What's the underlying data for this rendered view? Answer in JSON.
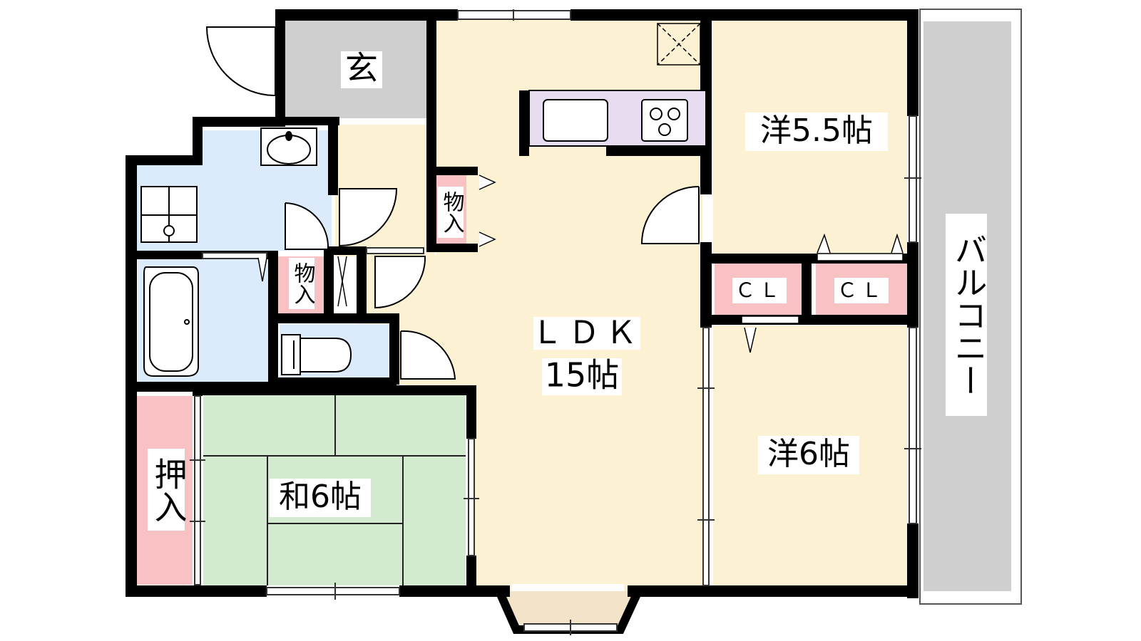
{
  "colors": {
    "wall": "#000000",
    "floor_ldk": "#fcf1d2",
    "floor_wet": "#dcebfb",
    "floor_tatami": "#d3ead0",
    "floor_storage": "#f8c2c5",
    "floor_entrance": "#cfcfcf",
    "balcony": "#cfcfcf",
    "kitchen_counter": "#e7dcf0",
    "bay_window": "#f2e3c9"
  },
  "icons": [
    "bathtub-icon",
    "washbasin-icon",
    "toilet-icon",
    "washing-machine-icon",
    "sink-icon",
    "stove-icon",
    "exhaust-hood-icon",
    "door-swing-icon",
    "window-icon"
  ],
  "rooms": {
    "genkan": "玄",
    "ldk_name": "ＬＤＫ",
    "ldk_size": "15帖",
    "western_a": "洋5.5帖",
    "western_b": "洋6帖",
    "washitsu": "和6帖",
    "oshiire": "押入",
    "storage_kitchen": "物入",
    "storage_hall": "物入",
    "closet_a": "ＣＬ",
    "closet_b": "ＣＬ",
    "balcony": "バルコニー"
  }
}
